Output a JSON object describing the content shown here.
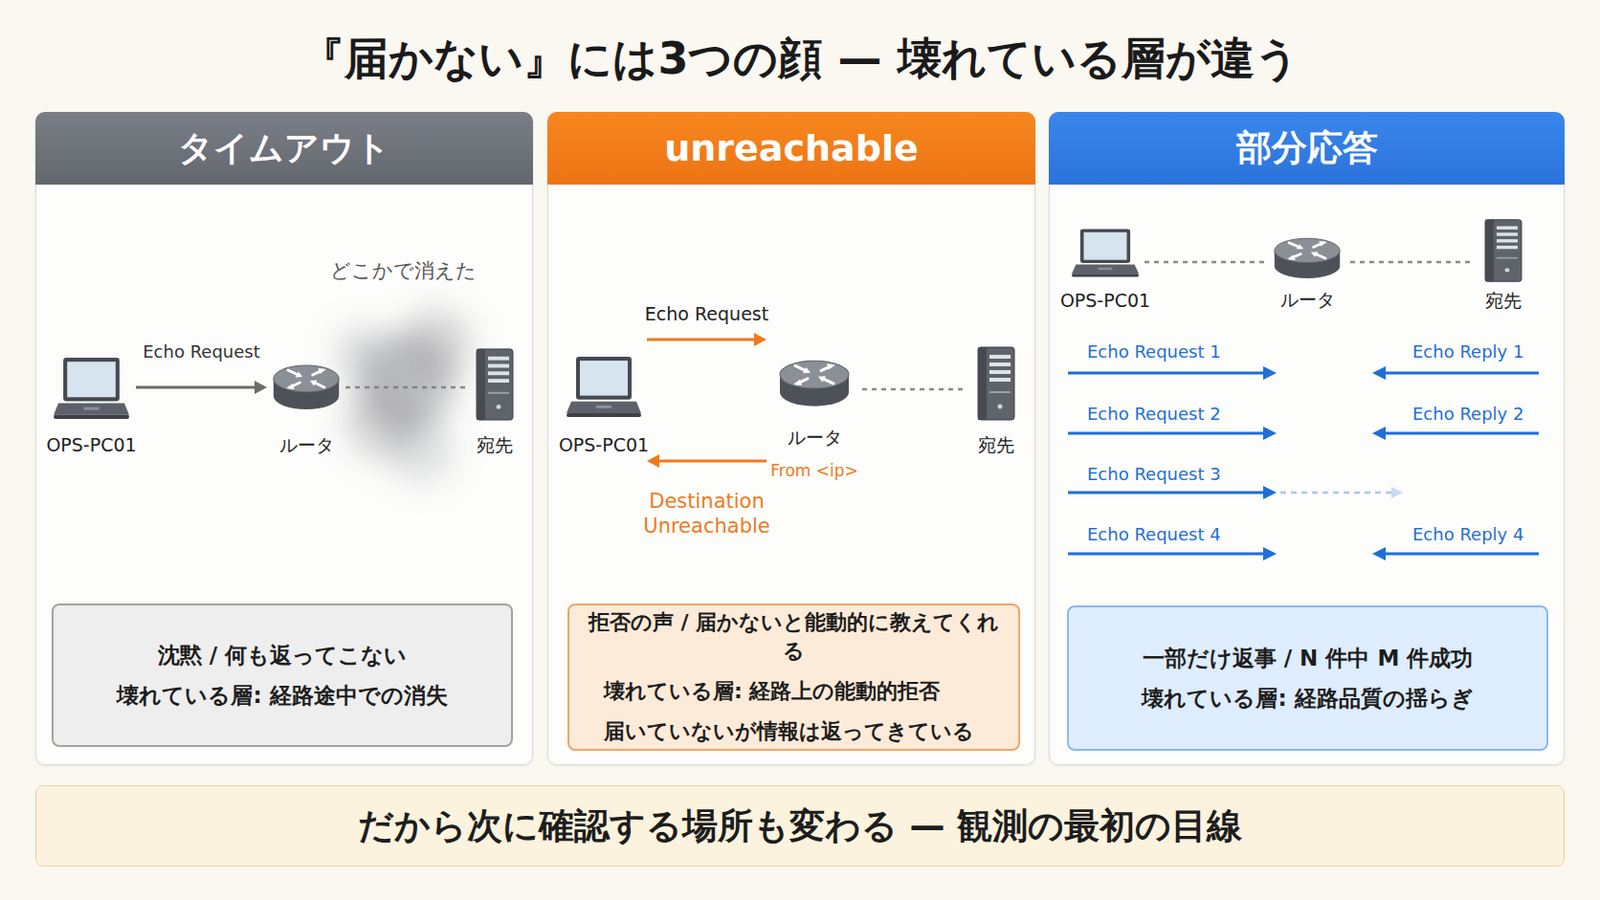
{
  "diagram": {
    "title": "『届かない』には3つの顔 — 壊れている層が違う",
    "nodes": [
      {
        "text": [
          "タイムアウト"
        ]
      },
      {
        "text": [
          "OPS-PC01"
        ],
        "in": 0
      },
      {
        "text": [
          "ルータ"
        ],
        "in": 0
      },
      {
        "text": [
          "宛先"
        ],
        "in": 0
      },
      {
        "text": [
          "沈黙 / 何も返ってこない",
          "壊れている層: 経路途中での消失"
        ],
        "in": 0
      },
      {
        "text": [
          "unreachable"
        ]
      },
      {
        "text": [
          "OPS-PC01"
        ],
        "in": 5
      },
      {
        "text": [
          "ルータ",
          "From <ip>"
        ],
        "in": 5
      },
      {
        "text": [
          "宛先"
        ],
        "in": 5
      },
      {
        "text": [
          "拒否の声 / 届かないと能動的に教えてくれる",
          "壊れている層: 経路上の能動的拒否",
          "届いていないが情報は返ってきている"
        ],
        "in": 5
      },
      {
        "text": [
          "部分応答"
        ]
      },
      {
        "text": [
          "OPS-PC01"
        ],
        "in": 10
      },
      {
        "text": [
          "ルータ"
        ],
        "in": 10
      },
      {
        "text": [
          "宛先"
        ],
        "in": 10
      },
      {
        "text": [
          "一部だけ返事 / N 件中 M 件成功",
          "壊れている層: 経路品質の揺らぎ"
        ],
        "in": 10
      },
      {
        "text": [
          "だから次に確認する場所も変わる — 観測の最初の目線"
        ]
      }
    ],
    "edges": [
      {
        "from": 1,
        "to": 2,
        "label": "Echo Request",
        "arrow": "to"
      },
      {
        "from": 2,
        "to": 3,
        "arrow": "none"
      },
      {
        "from": 6,
        "to": 7,
        "label": "Echo Request",
        "arrow": "to"
      },
      {
        "from": 7,
        "to": 6,
        "label": "Destination Unreachable",
        "arrow": "to"
      },
      {
        "from": 7,
        "to": 8,
        "arrow": "none"
      },
      {
        "from": 11,
        "to": 12,
        "arrow": "none"
      },
      {
        "from": 12,
        "to": 13,
        "arrow": "none"
      }
    ],
    "labels": [
      "どこかで消えた",
      "Echo Request 1",
      "Echo Request 2",
      "Echo Request 3",
      "Echo Request 4",
      "Echo Reply 1",
      "Echo Reply 2",
      "Echo Reply 4"
    ]
  }
}
